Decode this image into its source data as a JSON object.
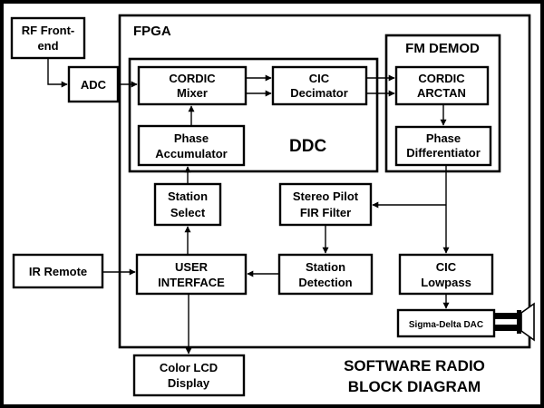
{
  "diagram": {
    "title": [
      "SOFTWARE RADIO",
      "BLOCK DIAGRAM"
    ],
    "groups": {
      "fpga": "FPGA",
      "ddc": "DDC",
      "fm_demod": "FM DEMOD"
    },
    "blocks": {
      "rf_frontend": [
        "RF Front-",
        "end"
      ],
      "adc": [
        "ADC"
      ],
      "cordic_mixer": [
        "CORDIC",
        "Mixer"
      ],
      "cic_decimator": [
        "CIC",
        "Decimator"
      ],
      "cordic_arctan": [
        "CORDIC",
        "ARCTAN"
      ],
      "phase_accumulator": [
        "Phase",
        "Accumulator"
      ],
      "phase_differentiator": [
        "Phase",
        "Differentiator"
      ],
      "station_select": [
        "Station",
        "Select"
      ],
      "stereo_pilot": [
        "Stereo Pilot",
        "FIR Filter"
      ],
      "ir_remote": [
        "IR Remote"
      ],
      "user_interface": [
        "USER",
        "INTERFACE"
      ],
      "station_detection": [
        "Station",
        "Detection"
      ],
      "cic_lowpass": [
        "CIC",
        "Lowpass"
      ],
      "sigma_delta_dac": [
        "Sigma-Delta DAC"
      ],
      "color_lcd": [
        "Color LCD",
        "Display"
      ]
    },
    "speaker_icon": "speaker-icon"
  }
}
